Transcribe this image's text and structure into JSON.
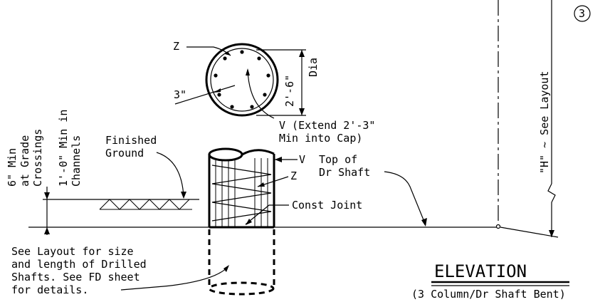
{
  "labels": {
    "z_top": "Z",
    "three_inch": "3\"",
    "dia_value": "2'-6\"",
    "dia_word": "Dia",
    "v_extend_1": "V (Extend 2'-3\"",
    "v_extend_2": "Min into Cap)",
    "finished_1": "Finished",
    "finished_2": "Ground",
    "v_side": "V",
    "z_side": "Z",
    "top_of_1": "Top of",
    "top_of_2": "Dr Shaft",
    "const_joint": "Const Joint",
    "six_min_1": "6\" Min",
    "six_min_2": "at Grade",
    "six_min_3": "Crossings",
    "one_ft_1": "1'-0\" Min in",
    "one_ft_2": "Channels",
    "see_layout_1": "See Layout for size",
    "see_layout_2": "and length of Drilled",
    "see_layout_3": "Shafts. See FD sheet",
    "see_layout_4": "for details.",
    "h_see_layout": "\"H\" ~ See Layout",
    "circle_num": "3",
    "elevation": "ELEVATION",
    "elevation_sub": "(3 Column/Dr Shaft Bent)"
  }
}
